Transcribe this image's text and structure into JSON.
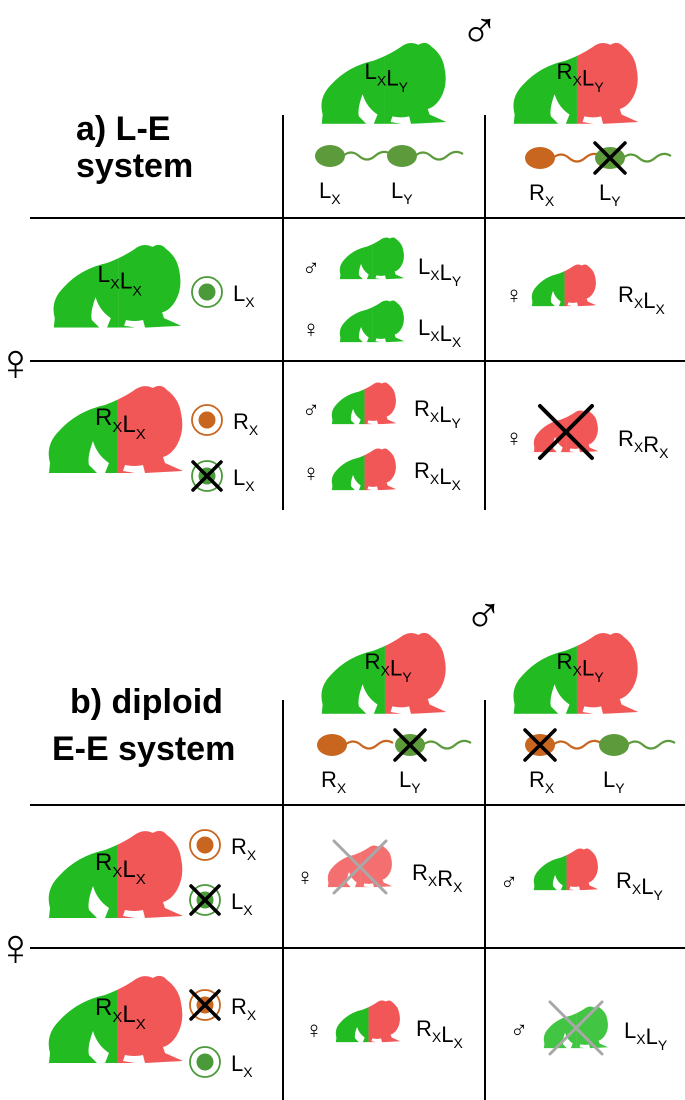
{
  "colors": {
    "L": "#22bb22",
    "R": "#f25757",
    "sperm_L": "#5d9a3c",
    "sperm_R": "#c8661f",
    "egg_L": "#4a9a3a",
    "egg_R": "#c8661f",
    "cross": "#000000",
    "faded_cross": "#a8a8a8"
  },
  "symbols": {
    "male": "♂",
    "female": "♀"
  },
  "panel_a": {
    "title_line1": "a) L-E",
    "title_line2": "system",
    "male_frogs": [
      {
        "a": "L",
        "b": "L",
        "s1": "X",
        "s2": "Y"
      },
      {
        "a": "R",
        "b": "L",
        "s1": "X",
        "s2": "Y"
      }
    ],
    "sperm": [
      {
        "a": "L",
        "s": "X"
      },
      {
        "a": "L",
        "s": "Y"
      },
      {
        "a": "R",
        "s": "X"
      },
      {
        "a": "L",
        "s": "Y"
      }
    ],
    "female_frogs": [
      {
        "a": "L",
        "b": "L",
        "s1": "X",
        "s2": "X"
      },
      {
        "a": "R",
        "b": "L",
        "s1": "X",
        "s2": "X"
      }
    ],
    "eggs": [
      {
        "a": "L",
        "s": "X"
      },
      {
        "a": "R",
        "s": "X"
      },
      {
        "a": "L",
        "s": "X"
      }
    ],
    "offspring": [
      {
        "a": "L",
        "b": "L",
        "s1": "X",
        "s2": "Y"
      },
      {
        "a": "L",
        "b": "L",
        "s1": "X",
        "s2": "X"
      },
      {
        "a": "R",
        "b": "L",
        "s1": "X",
        "s2": "X"
      },
      {
        "a": "R",
        "b": "L",
        "s1": "X",
        "s2": "Y"
      },
      {
        "a": "R",
        "b": "L",
        "s1": "X",
        "s2": "X"
      },
      {
        "a": "R",
        "b": "R",
        "s1": "X",
        "s2": "X"
      }
    ]
  },
  "panel_b": {
    "title_line1": "b) diploid",
    "title_line2": "E-E system",
    "male_frogs": [
      {
        "a": "R",
        "b": "L",
        "s1": "X",
        "s2": "Y"
      },
      {
        "a": "R",
        "b": "L",
        "s1": "X",
        "s2": "Y"
      }
    ],
    "sperm": [
      {
        "a": "R",
        "s": "X"
      },
      {
        "a": "L",
        "s": "Y"
      },
      {
        "a": "R",
        "s": "X"
      },
      {
        "a": "L",
        "s": "Y"
      }
    ],
    "female_frogs": [
      {
        "a": "R",
        "b": "L",
        "s1": "X",
        "s2": "X"
      },
      {
        "a": "R",
        "b": "L",
        "s1": "X",
        "s2": "X"
      }
    ],
    "eggs": [
      {
        "a": "R",
        "s": "X"
      },
      {
        "a": "L",
        "s": "X"
      },
      {
        "a": "R",
        "s": "X"
      },
      {
        "a": "L",
        "s": "X"
      }
    ],
    "offspring": [
      {
        "a": "R",
        "b": "R",
        "s1": "X",
        "s2": "X"
      },
      {
        "a": "R",
        "b": "L",
        "s1": "X",
        "s2": "Y"
      },
      {
        "a": "R",
        "b": "L",
        "s1": "X",
        "s2": "X"
      },
      {
        "a": "L",
        "b": "L",
        "s1": "X",
        "s2": "Y"
      }
    ]
  }
}
